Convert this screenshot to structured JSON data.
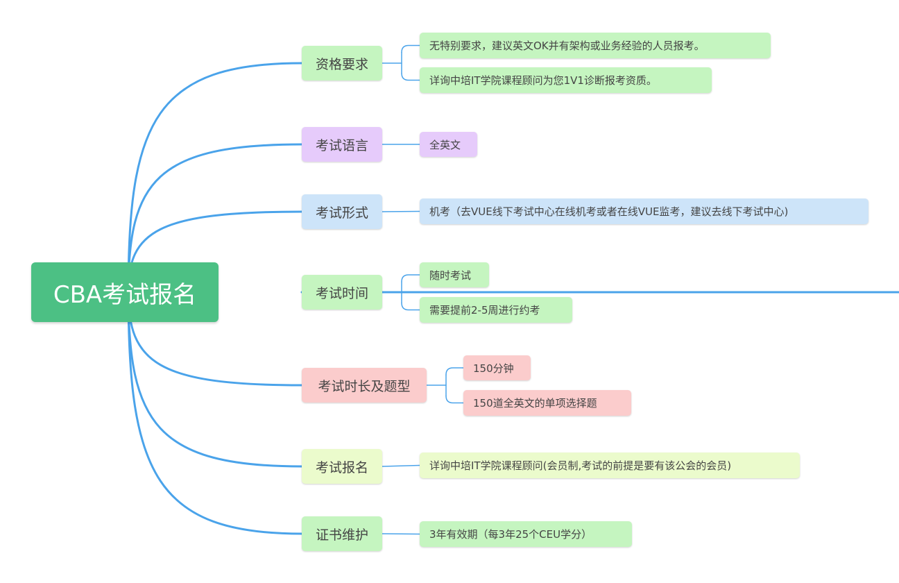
{
  "colors": {
    "line": "#4aa3ea",
    "root": "#4cc084",
    "green": "#c5f5c0",
    "purple": "#e6cbfb",
    "blue": "#cde4f9",
    "pink": "#fbcccc",
    "lime": "#ebfbcc"
  },
  "mindmap": {
    "root": "CBA考试报名",
    "branches": [
      {
        "label": "资格要求",
        "color": "green",
        "items": [
          "无特别要求，建议英文OK并有架构或业务经验的人员报考。",
          "详询中培IT学院课程顾问为您1V1诊断报考资质。"
        ]
      },
      {
        "label": "考试语言",
        "color": "purple",
        "items": [
          "全英文"
        ]
      },
      {
        "label": "考试形式",
        "color": "blue",
        "items": [
          "机考（去VUE线下考试中心在线机考或者在线VUE监考，建议去线下考试中心)"
        ]
      },
      {
        "label": "考试时间",
        "color": "green",
        "items": [
          "随时考试",
          "需要提前2-5周进行约考"
        ]
      },
      {
        "label": "考试时长及题型",
        "color": "pink",
        "items": [
          "150分钟",
          "150道全英文的单项选择题"
        ]
      },
      {
        "label": "考试报名",
        "color": "lime",
        "items": [
          "详询中培IT学院课程顾问(会员制,考试的前提是要有该公会的会员)"
        ]
      },
      {
        "label": "证书维护",
        "color": "green",
        "items": [
          "3年有效期（每3年25个CEU学分）"
        ]
      }
    ]
  }
}
